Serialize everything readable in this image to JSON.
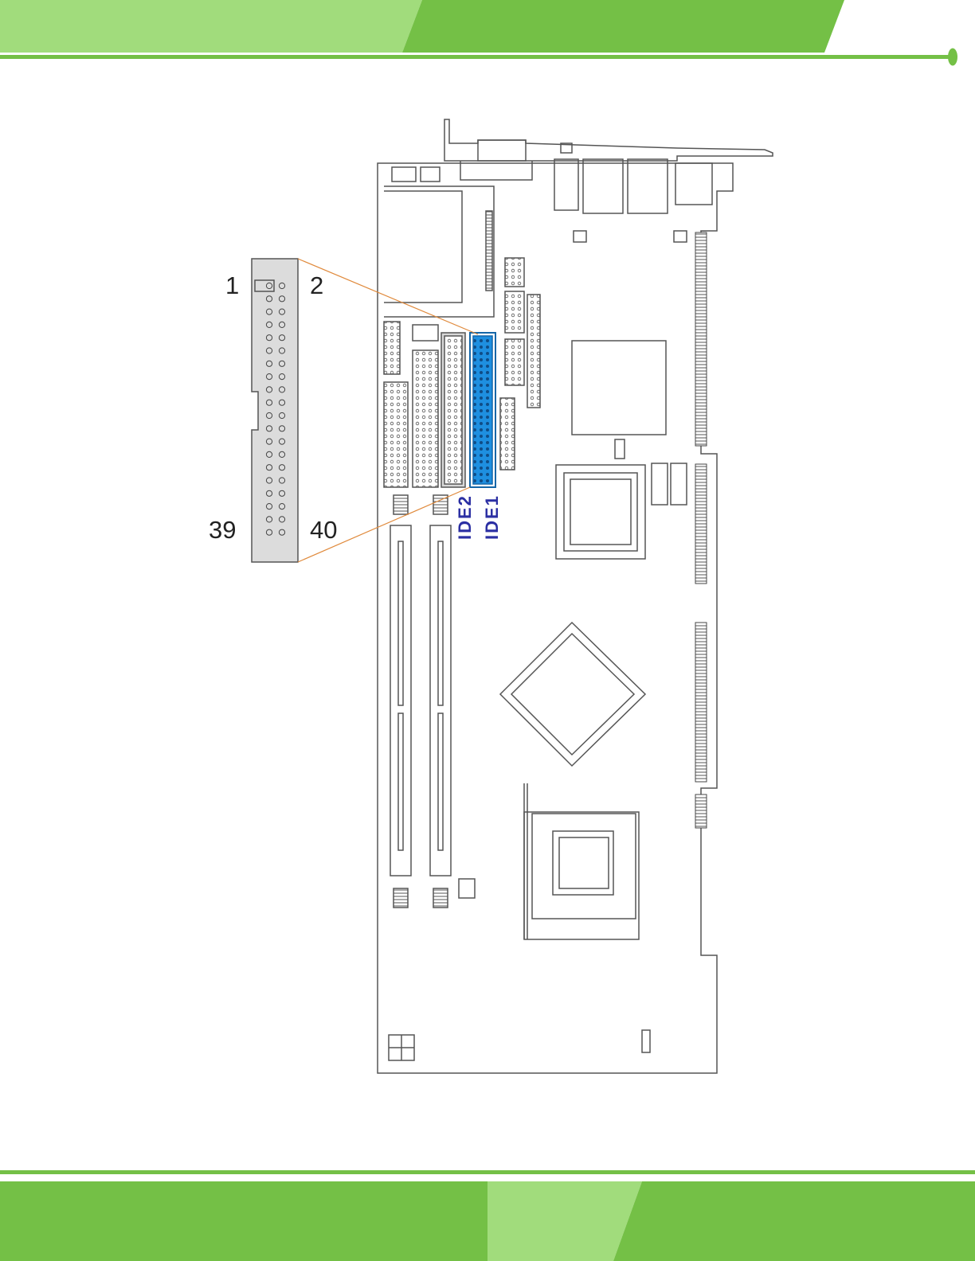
{
  "page": {
    "accent_light": "#a1dc7c",
    "accent_dark": "#74c046"
  },
  "diagram": {
    "highlight_color": "#1e8fe0",
    "leader_line_color": "#e08a3c",
    "highlighted_connector": "IDE1",
    "pin_labels": {
      "top_left": "1",
      "top_right": "2",
      "bottom_left": "39",
      "bottom_right": "40"
    },
    "connector_labels": [
      "IDE2",
      "IDE1"
    ]
  }
}
